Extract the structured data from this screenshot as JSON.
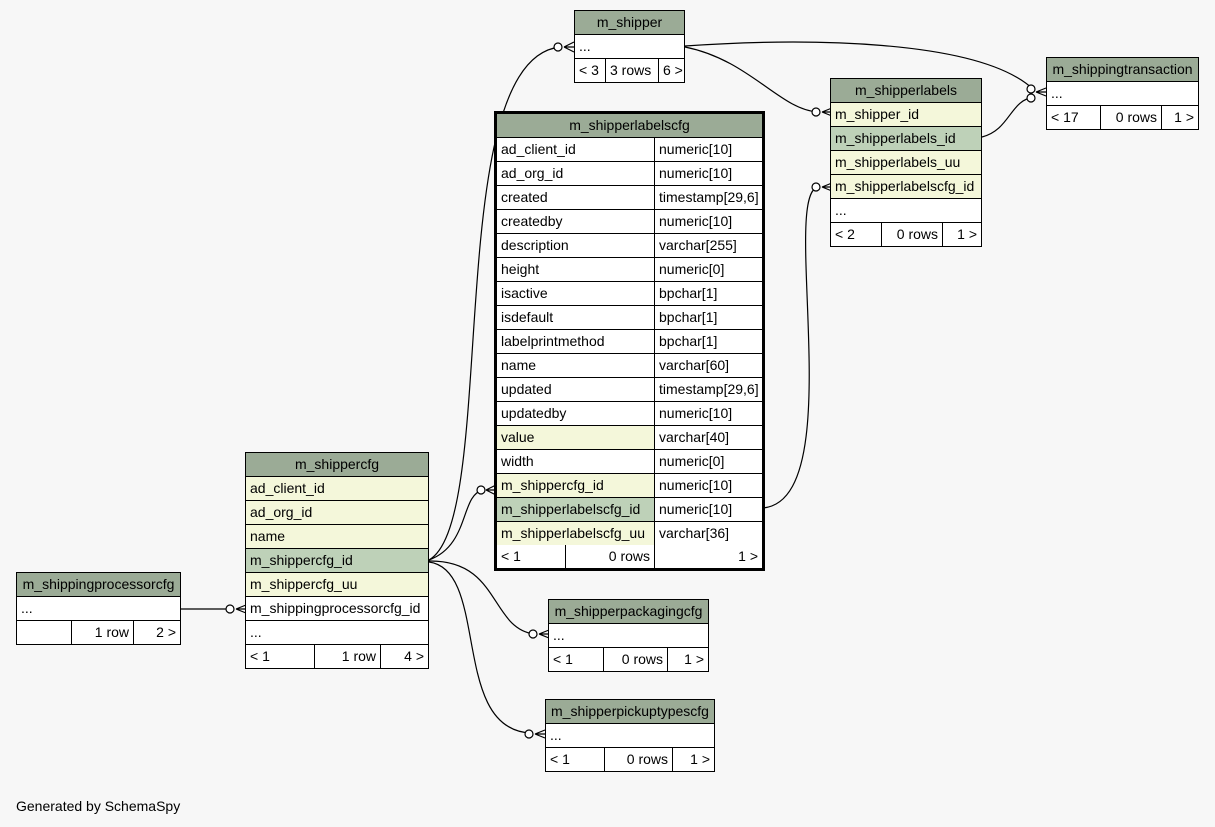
{
  "tables": {
    "m_shipper": {
      "name": "m_shipper",
      "rows": [
        "..."
      ],
      "nav": {
        "prev": "< 3",
        "count": "3 rows",
        "next": "6 >"
      }
    },
    "m_shippingtransaction": {
      "name": "m_shippingtransaction",
      "rows": [
        "..."
      ],
      "nav": {
        "prev": "< 17",
        "count": "0 rows",
        "next": "1 >"
      }
    },
    "m_shipperlabels": {
      "name": "m_shipperlabels",
      "rows": [
        "m_shipper_id",
        "m_shipperlabels_id",
        "m_shipperlabels_uu",
        "m_shipperlabelscfg_id",
        "..."
      ],
      "nav": {
        "prev": "< 2",
        "count": "0 rows",
        "next": "1 >"
      }
    },
    "m_shipperlabelscfg": {
      "name": "m_shipperlabelscfg",
      "columns": [
        {
          "name": "ad_client_id",
          "type": "numeric[10]"
        },
        {
          "name": "ad_org_id",
          "type": "numeric[10]"
        },
        {
          "name": "created",
          "type": "timestamp[29,6]"
        },
        {
          "name": "createdby",
          "type": "numeric[10]"
        },
        {
          "name": "description",
          "type": "varchar[255]"
        },
        {
          "name": "height",
          "type": "numeric[0]"
        },
        {
          "name": "isactive",
          "type": "bpchar[1]"
        },
        {
          "name": "isdefault",
          "type": "bpchar[1]"
        },
        {
          "name": "labelprintmethod",
          "type": "bpchar[1]"
        },
        {
          "name": "name",
          "type": "varchar[60]"
        },
        {
          "name": "updated",
          "type": "timestamp[29,6]"
        },
        {
          "name": "updatedby",
          "type": "numeric[10]"
        },
        {
          "name": "value",
          "type": "varchar[40]"
        },
        {
          "name": "width",
          "type": "numeric[0]"
        },
        {
          "name": "m_shippercfg_id",
          "type": "numeric[10]"
        },
        {
          "name": "m_shipperlabelscfg_id",
          "type": "numeric[10]"
        },
        {
          "name": "m_shipperlabelscfg_uu",
          "type": "varchar[36]"
        }
      ],
      "nav": {
        "prev": "< 1",
        "count": "0 rows",
        "next": "1 >"
      }
    },
    "m_shippercfg": {
      "name": "m_shippercfg",
      "rows": [
        "ad_client_id",
        "ad_org_id",
        "name",
        "m_shippercfg_id",
        "m_shippercfg_uu",
        "m_shippingprocessorcfg_id",
        "..."
      ],
      "nav": {
        "prev": "< 1",
        "count": "1 row",
        "next": "4 >"
      }
    },
    "m_shippingprocessorcfg": {
      "name": "m_shippingprocessorcfg",
      "rows": [
        "..."
      ],
      "nav": {
        "prev": "",
        "count": "1 row",
        "next": "2 >"
      }
    },
    "m_shipperpackagingcfg": {
      "name": "m_shipperpackagingcfg",
      "rows": [
        "..."
      ],
      "nav": {
        "prev": "< 1",
        "count": "0 rows",
        "next": "1 >"
      }
    },
    "m_shipperpickuptypescfg": {
      "name": "m_shipperpickuptypescfg",
      "rows": [
        "..."
      ],
      "nav": {
        "prev": "< 1",
        "count": "0 rows",
        "next": "1 >"
      }
    }
  },
  "colors": {
    "header": "#9bab96",
    "primary_key": "#bed1b8",
    "foreign_key": "#f4f7da",
    "background": "#f7f7f7"
  },
  "footer": "Generated by SchemaSpy"
}
